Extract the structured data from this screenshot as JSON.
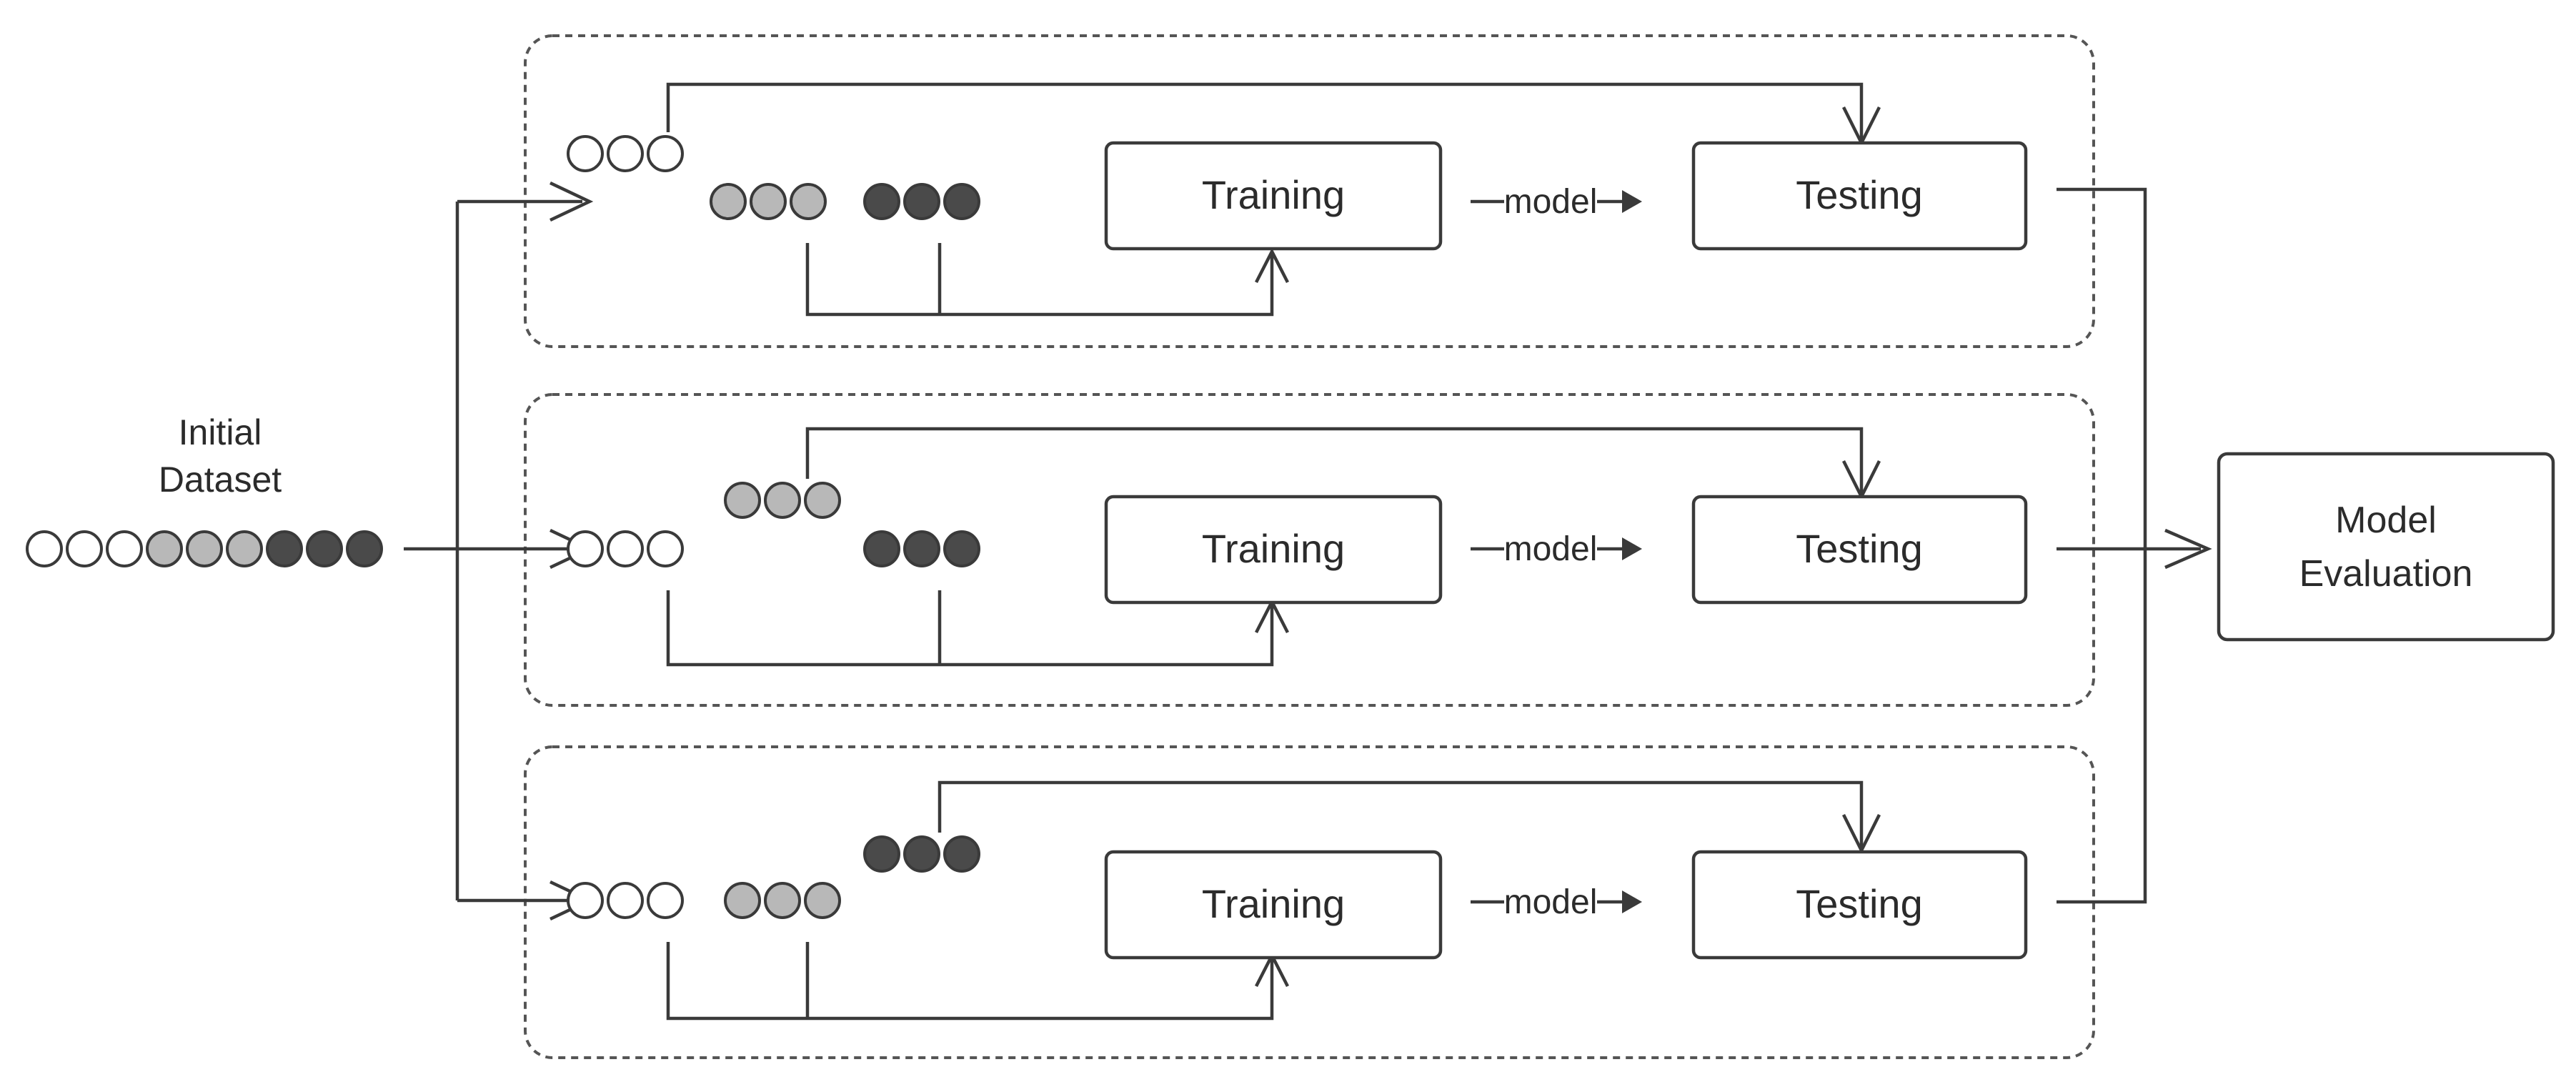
{
  "diagram": {
    "initial_dataset_label_line1": "Initial",
    "initial_dataset_label_line2": "Dataset",
    "initial_dataset_circles": [
      "white",
      "white",
      "white",
      "gray",
      "gray",
      "gray",
      "dark",
      "dark",
      "dark"
    ],
    "fill_colors": {
      "white": "#ffffff",
      "gray": "#b8b8b8",
      "dark": "#4a4a4a"
    },
    "folds": [
      {
        "test_group": "white",
        "train_groups": [
          "gray",
          "dark"
        ],
        "training_label": "Training",
        "model_label": "model",
        "testing_label": "Testing"
      },
      {
        "test_group": "gray",
        "train_groups": [
          "white",
          "dark"
        ],
        "training_label": "Training",
        "model_label": "model",
        "testing_label": "Testing"
      },
      {
        "test_group": "dark",
        "train_groups": [
          "white",
          "gray"
        ],
        "training_label": "Training",
        "model_label": "model",
        "testing_label": "Testing"
      }
    ],
    "evaluation_label_line1": "Model",
    "evaluation_label_line2": "Evaluation"
  }
}
